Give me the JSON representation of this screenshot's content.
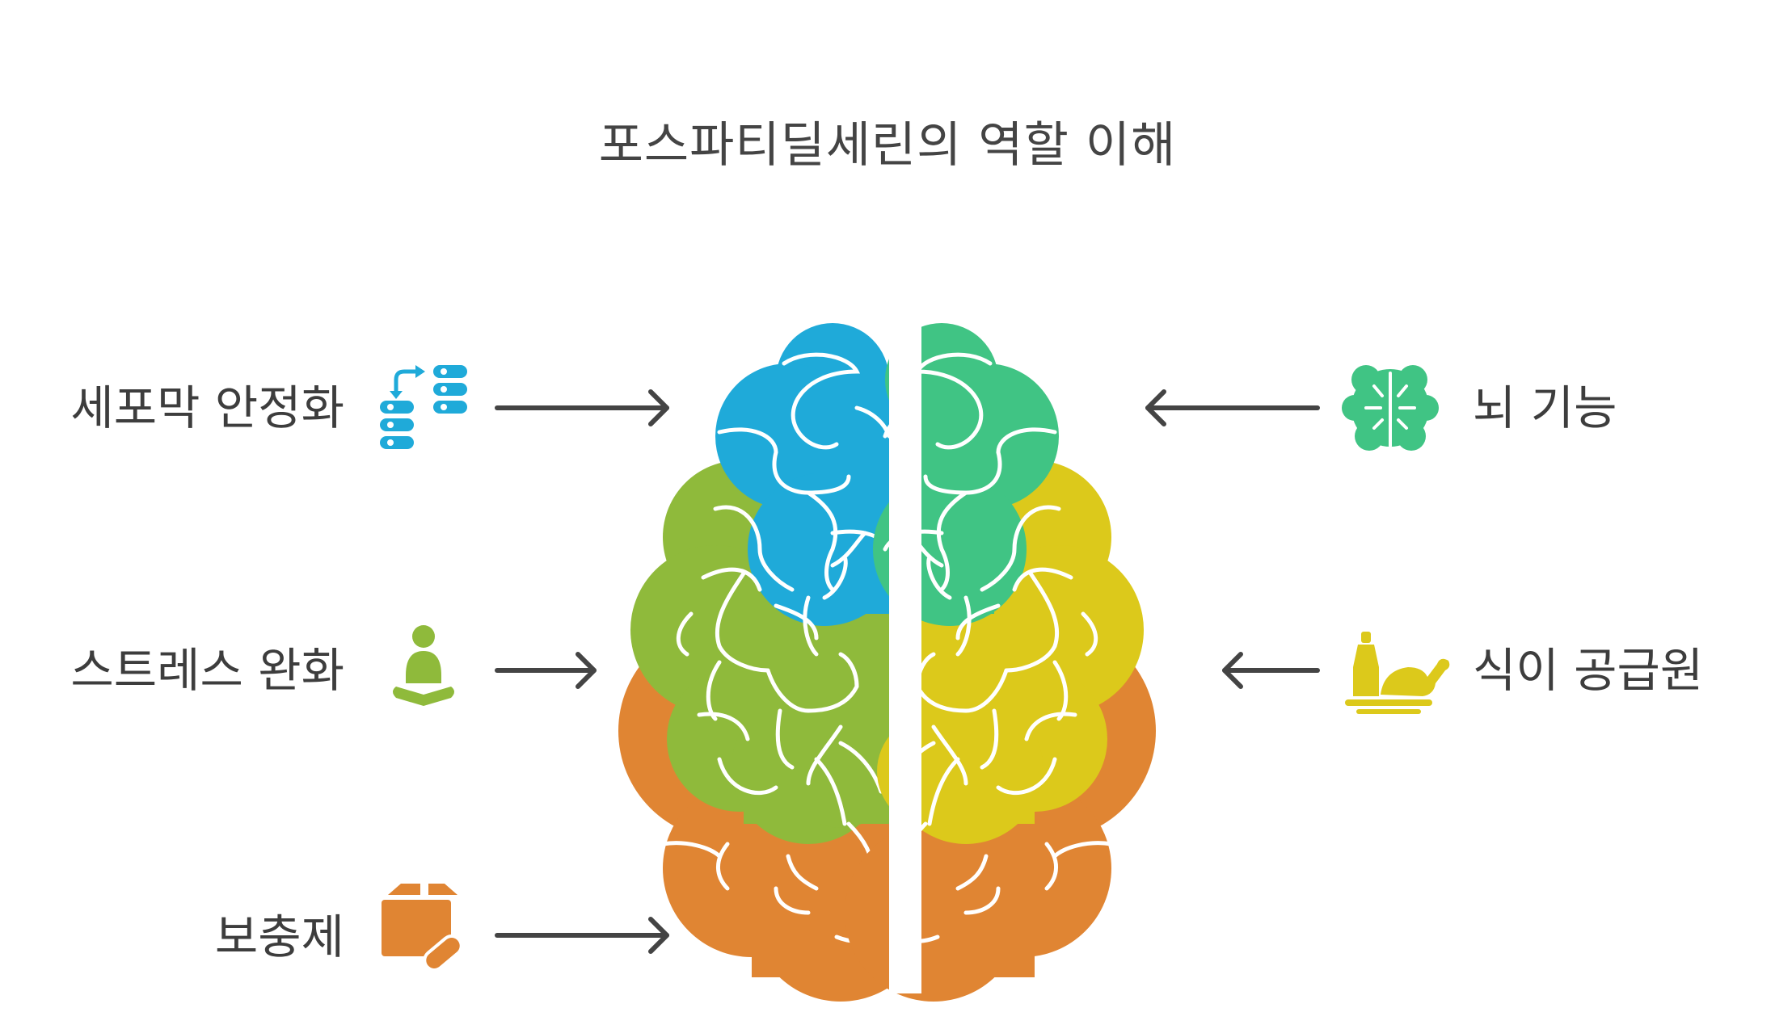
{
  "title": "포스파티딜세린의 역할 이해",
  "left_items": [
    {
      "label": "세포막 안정화",
      "icon": "membrane-transfer-icon",
      "color": "#1faad9"
    },
    {
      "label": "스트레스 완화",
      "icon": "meditation-icon",
      "color": "#8fba3b"
    },
    {
      "label": "보충제",
      "icon": "supplement-box-icon",
      "color": "#e08533"
    }
  ],
  "right_items": [
    {
      "label": "뇌 기능",
      "icon": "brain-icon",
      "color": "#40c484"
    },
    {
      "label": "식이 공급원",
      "icon": "food-source-icon",
      "color": "#dcc91b"
    }
  ],
  "colors": {
    "blue": "#1faad9",
    "green": "#40c484",
    "lime": "#8fba3b",
    "yellow": "#dcc91b",
    "orange": "#e08533",
    "arrow": "#444444"
  }
}
